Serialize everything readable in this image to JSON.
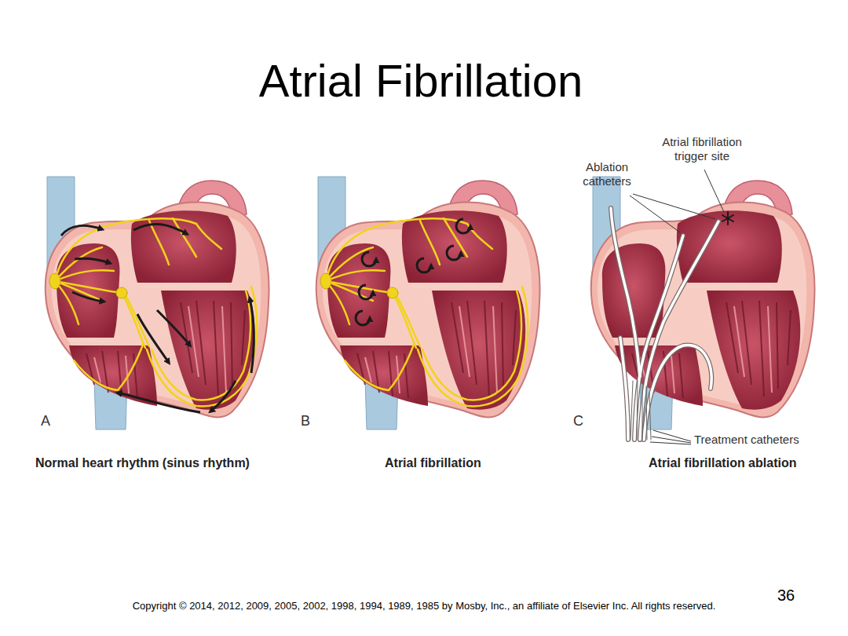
{
  "diagram": {
    "title": "Atrial Fibrillation",
    "labels": [
      "A",
      "Normal heart rhythm (sinus rhythm)",
      "B",
      "Atrial fibrillation",
      "Ablation catheters",
      "Atrial fibrillation trigger site",
      "C",
      "Treatment catheters",
      "Atrial fibrillation ablation",
      "36",
      "Copyright © 2014, 2012, 2009, 2005, 2002, 1998, 1994, 1989, 1985 by Mosby, Inc., an affiliate of Elsevier Inc. All rights reserved."
    ]
  }
}
